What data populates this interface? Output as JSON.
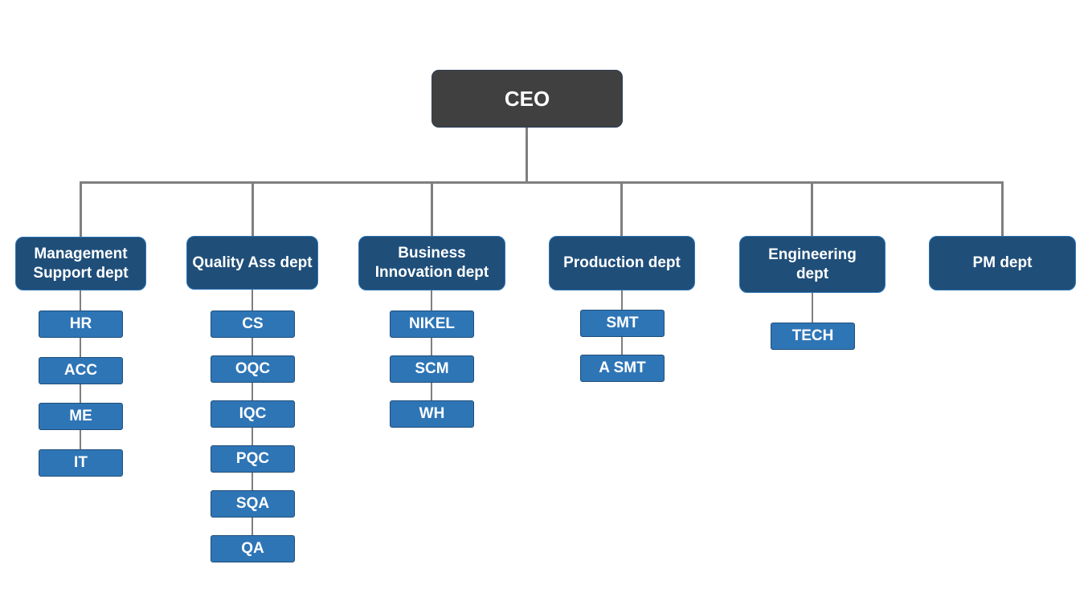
{
  "ceo": {
    "label": "CEO"
  },
  "departments": [
    {
      "name": "Management Support dept",
      "units": [
        "HR",
        "ACC",
        "ME",
        "IT"
      ]
    },
    {
      "name": "Quality Ass dept",
      "units": [
        "CS",
        "OQC",
        "IQC",
        "PQC",
        "SQA",
        "QA"
      ]
    },
    {
      "name": "Business Innovation dept",
      "units": [
        "NIKEL",
        "SCM",
        "WH"
      ]
    },
    {
      "name": "Production dept",
      "units": [
        "SMT",
        "A SMT"
      ]
    },
    {
      "name": "Engineering dept",
      "units": [
        "TECH"
      ]
    },
    {
      "name": "PM dept",
      "units": []
    }
  ],
  "colors": {
    "ceo_fill": "#404040",
    "dept_fill": "#1f4e79",
    "unit_fill": "#2e75b6",
    "connector": "#7f7f7f",
    "text": "#ffffff"
  }
}
